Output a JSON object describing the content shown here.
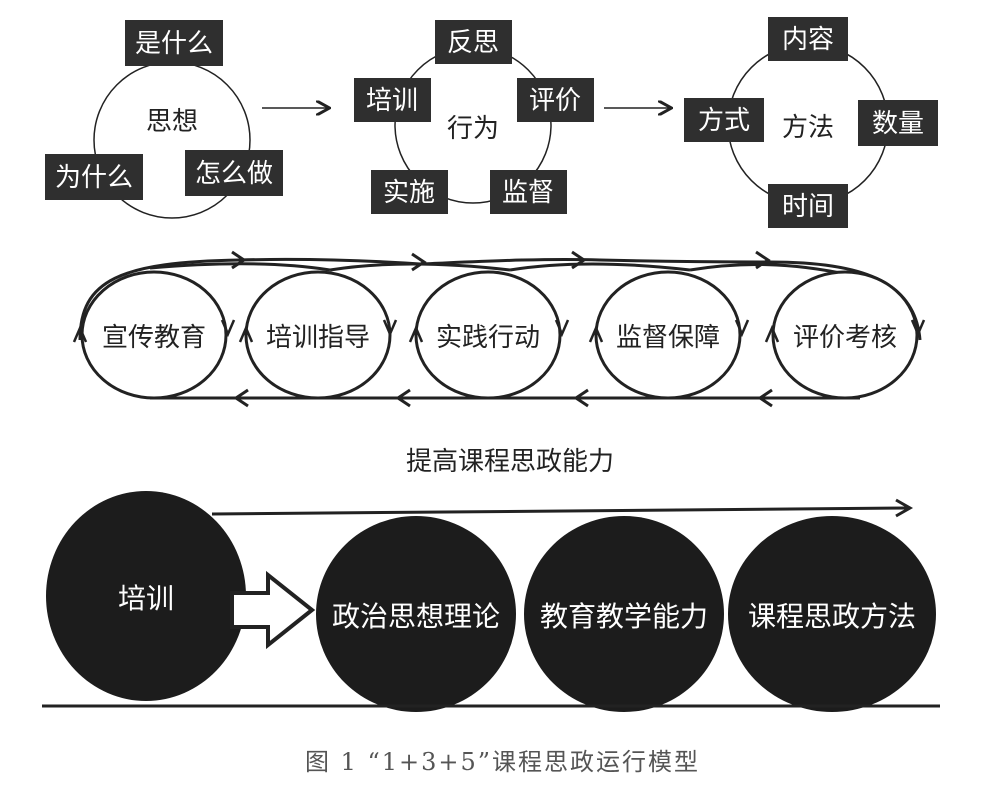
{
  "top": {
    "group1": {
      "center": "思想",
      "boxes": {
        "top": "是什么",
        "left": "为什么",
        "right": "怎么做"
      }
    },
    "group2": {
      "center": "行为",
      "boxes": {
        "top": "反思",
        "left": "培训",
        "right": "评价",
        "bottom_left": "实施",
        "bottom_right": "监督"
      }
    },
    "group3": {
      "center": "方法",
      "boxes": {
        "top": "内容",
        "left": "方式",
        "right": "数量",
        "bottom": "时间"
      }
    }
  },
  "middle": {
    "stages": [
      "宣传教育",
      "培训指导",
      "实践行动",
      "监督保障",
      "评价考核"
    ],
    "subtitle": "提高课程思政能力"
  },
  "bottom": {
    "main": "培训",
    "items": [
      "政治思想理论",
      "教育教学能力",
      "课程思政方法"
    ]
  },
  "caption": "图 1 “1+3+5”课程思政运行模型",
  "colors": {
    "box_fill": "#2f2f2f",
    "box_text": "#ffffff",
    "stroke": "#222222",
    "circle_fill": "#1c1c1c"
  }
}
